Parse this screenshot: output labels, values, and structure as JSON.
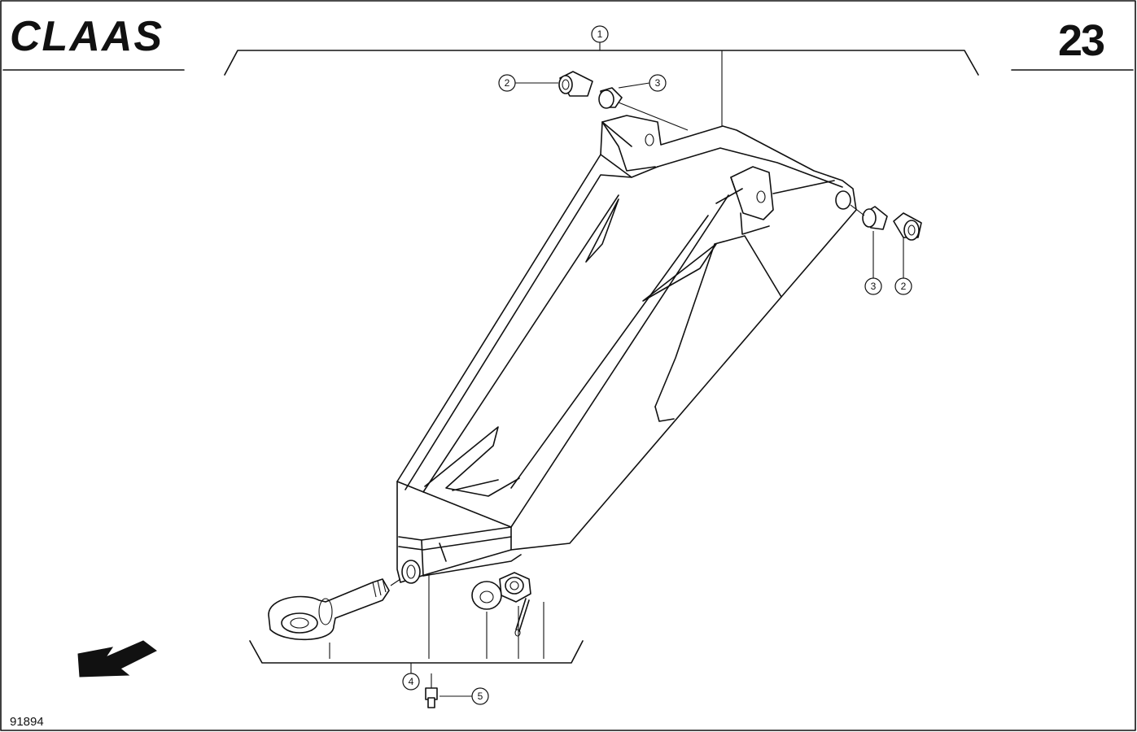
{
  "header": {
    "brand": "CLAAS",
    "page_number": "23"
  },
  "footer": {
    "drawing_number": "91894"
  },
  "callouts": [
    {
      "id": "c1",
      "label": "1"
    },
    {
      "id": "c2a",
      "label": "2"
    },
    {
      "id": "c3a",
      "label": "3"
    },
    {
      "id": "c3b",
      "label": "3"
    },
    {
      "id": "c2b",
      "label": "2"
    },
    {
      "id": "c4",
      "label": "4"
    },
    {
      "id": "c5",
      "label": "5"
    }
  ],
  "icons": {
    "direction": "arrow-down-left-icon"
  }
}
